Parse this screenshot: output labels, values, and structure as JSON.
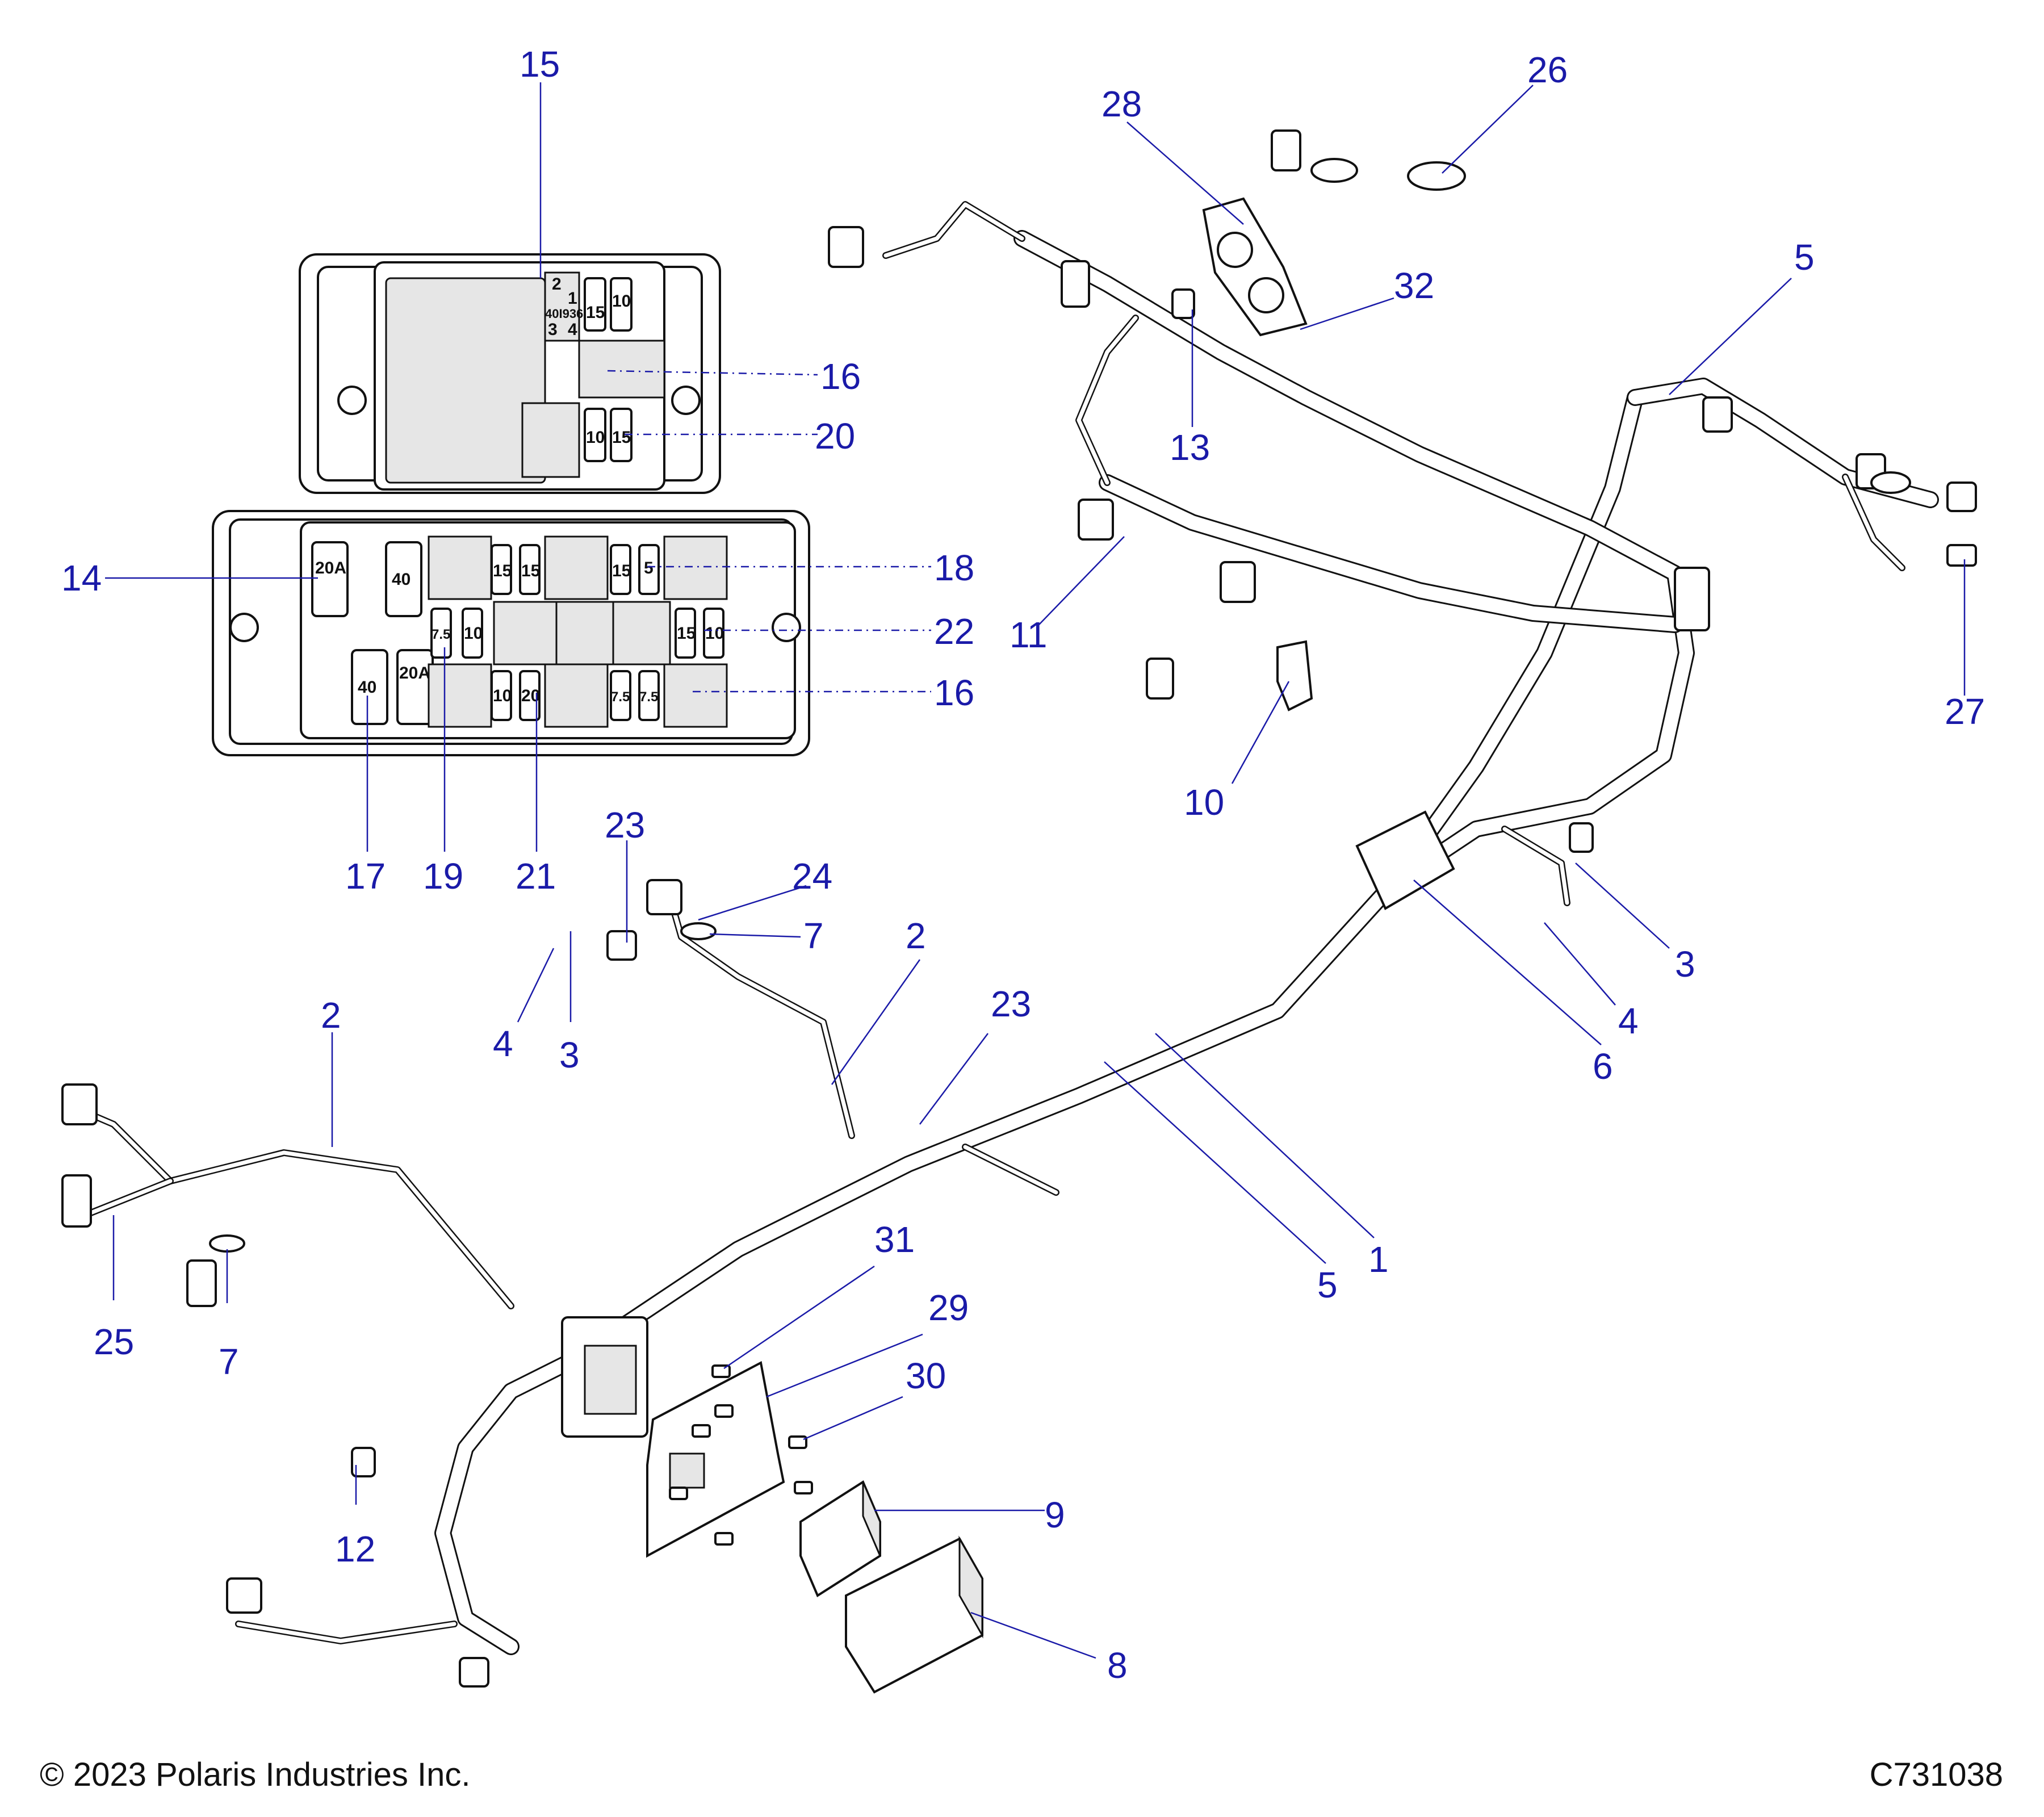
{
  "copyright": "© 2023 Polaris Industries Inc.",
  "drawing_id": "C731038",
  "fuse_box_upper": {
    "relay_text": [
      "2",
      "1",
      "40I9363",
      "3",
      "4"
    ],
    "fuses": [
      "15",
      "10",
      "10",
      "15"
    ]
  },
  "fuse_box_lower": {
    "maxi_fuses": [
      "20A",
      "40",
      "40",
      "20A"
    ],
    "fuses": [
      "15",
      "15",
      "15",
      "5",
      "7.5",
      "10",
      "15",
      "10",
      "10",
      "20",
      "7.5",
      "7.5"
    ]
  },
  "callouts": [
    {
      "id": "c1",
      "label": "1"
    },
    {
      "id": "c2a",
      "label": "2"
    },
    {
      "id": "c2b",
      "label": "2"
    },
    {
      "id": "c3a",
      "label": "3"
    },
    {
      "id": "c3b",
      "label": "3"
    },
    {
      "id": "c4a",
      "label": "4"
    },
    {
      "id": "c4b",
      "label": "4"
    },
    {
      "id": "c5a",
      "label": "5"
    },
    {
      "id": "c5b",
      "label": "5"
    },
    {
      "id": "c6",
      "label": "6"
    },
    {
      "id": "c7a",
      "label": "7"
    },
    {
      "id": "c7b",
      "label": "7"
    },
    {
      "id": "c8",
      "label": "8"
    },
    {
      "id": "c9",
      "label": "9"
    },
    {
      "id": "c10",
      "label": "10"
    },
    {
      "id": "c11",
      "label": "11"
    },
    {
      "id": "c12",
      "label": "12"
    },
    {
      "id": "c13",
      "label": "13"
    },
    {
      "id": "c14",
      "label": "14"
    },
    {
      "id": "c15",
      "label": "15"
    },
    {
      "id": "c16a",
      "label": "16"
    },
    {
      "id": "c16b",
      "label": "16"
    },
    {
      "id": "c17",
      "label": "17"
    },
    {
      "id": "c18",
      "label": "18"
    },
    {
      "id": "c19",
      "label": "19"
    },
    {
      "id": "c20",
      "label": "20"
    },
    {
      "id": "c21",
      "label": "21"
    },
    {
      "id": "c22",
      "label": "22"
    },
    {
      "id": "c23a",
      "label": "23"
    },
    {
      "id": "c23b",
      "label": "23"
    },
    {
      "id": "c24",
      "label": "24"
    },
    {
      "id": "c25",
      "label": "25"
    },
    {
      "id": "c26",
      "label": "26"
    },
    {
      "id": "c27",
      "label": "27"
    },
    {
      "id": "c28",
      "label": "28"
    },
    {
      "id": "c29",
      "label": "29"
    },
    {
      "id": "c30",
      "label": "30"
    },
    {
      "id": "c31",
      "label": "31"
    },
    {
      "id": "c32",
      "label": "32"
    }
  ]
}
